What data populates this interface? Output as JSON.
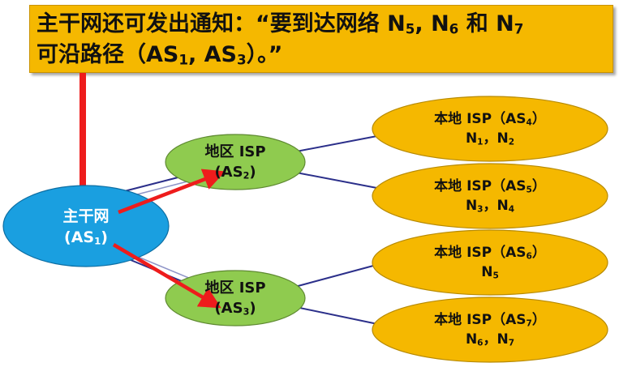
{
  "banner": {
    "line1_pre": "主干网还可发出通知：“要到达网络 N",
    "line1_s1": "5",
    "line1_m1": ", N",
    "line1_s2": "6",
    "line1_m2": " 和 N",
    "line1_s3": "7",
    "line2_pre": "可沿路径（AS",
    "line2_s1": "1",
    "line2_m1": ", AS",
    "line2_s2": "3",
    "line2_post": "）。”"
  },
  "nodes": {
    "backbone": {
      "name": "主干网",
      "as_pre": "(AS",
      "as_sub": "1",
      "as_post": ")"
    },
    "region_as2": {
      "name": "地区 ISP",
      "as_pre": "(AS",
      "as_sub": "2",
      "as_post": ")"
    },
    "region_as3": {
      "name": "地区 ISP",
      "as_pre": "(AS",
      "as_sub": "3",
      "as_post": ")"
    },
    "local_as4": {
      "name_pre": "本地 ISP（AS",
      "name_sub": "4",
      "name_post": "）",
      "n1": "N",
      "n1_sub": "1",
      "sep": "，",
      "n2": "N",
      "n2_sub": "2"
    },
    "local_as5": {
      "name_pre": "本地 ISP（AS",
      "name_sub": "5",
      "name_post": "）",
      "n1": "N",
      "n1_sub": "3",
      "sep": "，",
      "n2": "N",
      "n2_sub": "4"
    },
    "local_as6": {
      "name_pre": "本地 ISP（AS",
      "name_sub": "6",
      "name_post": "）",
      "n1": "N",
      "n1_sub": "5"
    },
    "local_as7": {
      "name_pre": "本地 ISP（AS",
      "name_sub": "7",
      "name_post": "）",
      "n1": "N",
      "n1_sub": "6",
      "sep": "，",
      "n2": "N",
      "n2_sub": "7"
    }
  },
  "colors": {
    "banner_fill": "#f5b800",
    "backbone_fill": "#1a9fe0",
    "region_fill": "#8fcb4f",
    "local_fill": "#f5b800",
    "link_line": "#2b2f8a",
    "arrow": "#ee1c1c"
  }
}
